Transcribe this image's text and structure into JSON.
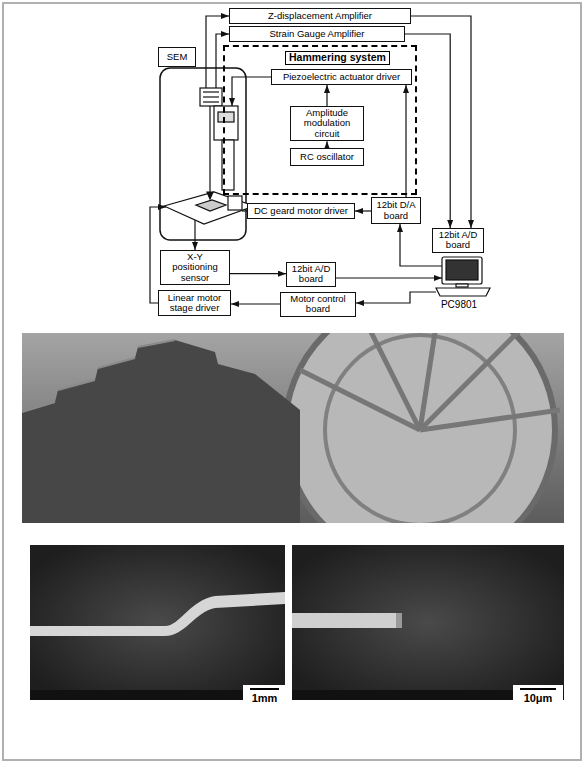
{
  "diagram": {
    "nodes": [
      {
        "text": [
          "Z-displacement Amplifier"
        ]
      },
      {
        "text": [
          "Strain Gauge Amplifier"
        ]
      },
      {
        "text": [
          "SEM"
        ]
      },
      {
        "text": [
          "Hammering system"
        ]
      },
      {
        "text": [
          "Piezoelectric actuator driver"
        ],
        "in": 3
      },
      {
        "text": [
          "Amplitude modulation circuit"
        ],
        "in": 3
      },
      {
        "text": [
          "RC oscillator"
        ],
        "in": 3
      },
      {
        "text": [
          "DC geard motor driver"
        ]
      },
      {
        "text": [
          "12bit D/A board"
        ]
      },
      {
        "text": [
          "12bit A/D board"
        ]
      },
      {
        "text": [
          "X-Y positioning sensor"
        ]
      },
      {
        "text": [
          "12bit A/D board"
        ]
      },
      {
        "text": [
          "Linear motor stage driver"
        ]
      },
      {
        "text": [
          "Motor control board"
        ]
      }
    ],
    "edges": [
      {
        "from": 0,
        "to": 9,
        "arrow": "to"
      },
      {
        "from": 1,
        "to": 9,
        "arrow": "to"
      },
      {
        "from": 6,
        "to": 5,
        "arrow": "to"
      },
      {
        "from": 5,
        "to": 4,
        "arrow": "to"
      },
      {
        "from": 8,
        "to": 4,
        "arrow": "to"
      },
      {
        "from": 8,
        "to": 7,
        "arrow": "to"
      },
      {
        "from": 10,
        "to": 11,
        "arrow": "to"
      },
      {
        "from": 13,
        "to": 12,
        "arrow": "to"
      }
    ],
    "labels": [
      "PC9801",
      "1mm",
      "10μm"
    ]
  }
}
